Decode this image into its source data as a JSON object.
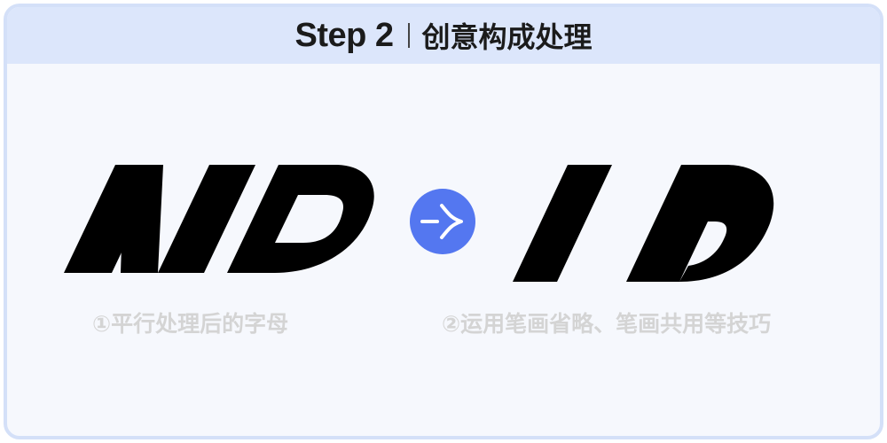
{
  "header": {
    "step_label": "Step 2",
    "title": "创意构成处理"
  },
  "left": {
    "caption": "①平行处理后的字母"
  },
  "right": {
    "caption": "②运用笔画省略、笔画共用等技巧"
  },
  "connector": {
    "icon": "merge-arrow-icon",
    "color": "#5477f0"
  },
  "colors": {
    "border": "#d4e0f8",
    "header_bg": "#dce6fb",
    "card_bg": "#f6f8fd",
    "glyph": "#000000",
    "caption": "#d4d4d4"
  }
}
